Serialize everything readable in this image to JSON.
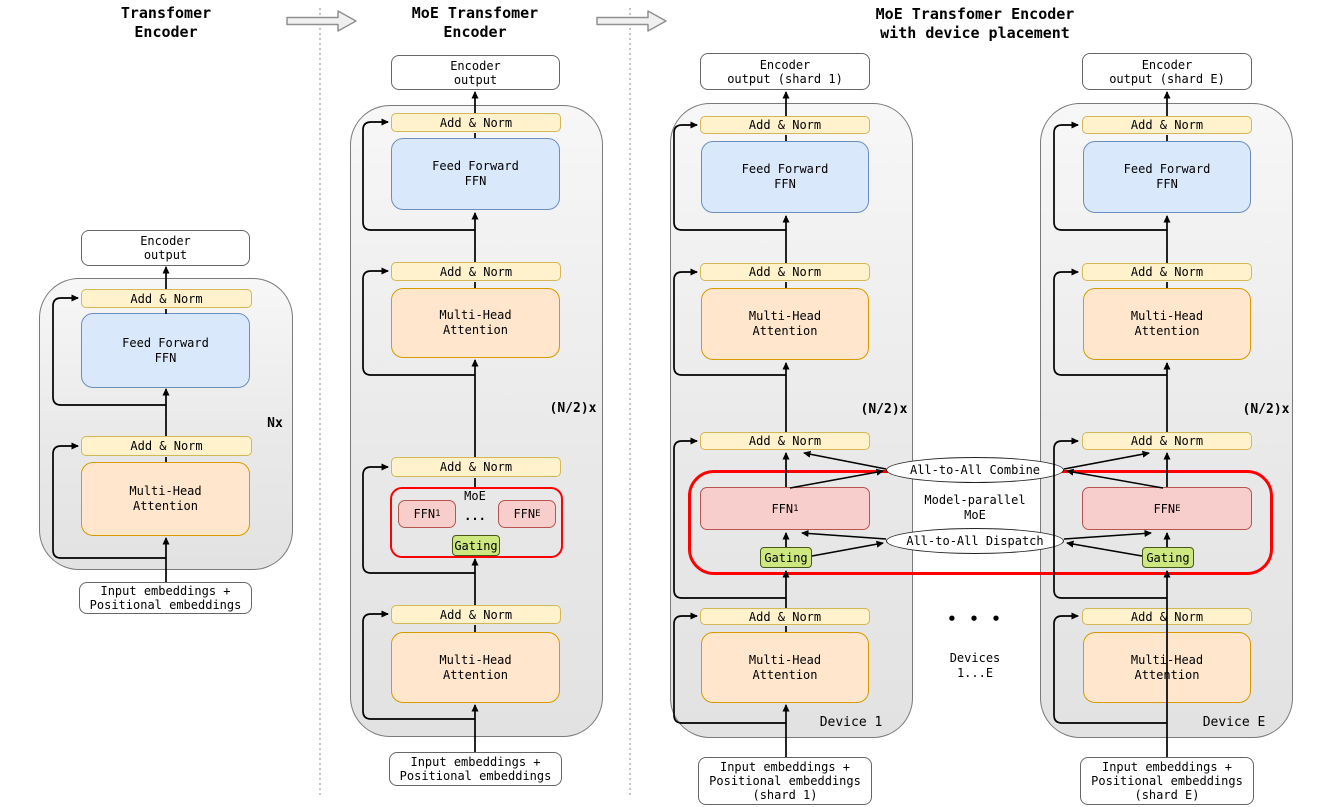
{
  "diagram": {
    "panel1": {
      "title_line1": "Transfomer",
      "title_line2": "Encoder",
      "nx": "Nx"
    },
    "panel2": {
      "title_line1": "MoE Transfomer",
      "title_line2": "Encoder"
    },
    "panel3": {
      "title_line1": "MoE Transfomer Encoder",
      "title_line2": "with device placement",
      "enc_out_shard1_l1": "Encoder",
      "enc_out_shard1_l2": "output (shard 1)",
      "enc_out_shardE_l1": "Encoder",
      "enc_out_shardE_l2": "output (shard E)",
      "input_shard1_l3": "(shard 1)",
      "input_shardE_l3": "(shard E)",
      "combine": "All-to-All Combine",
      "dispatch": "All-to-All Dispatch",
      "model_parallel_l1": "Model-parallel",
      "model_parallel_l2": "MoE",
      "device1_label": "Device 1",
      "deviceE_label": "Device E",
      "hdots": "• • •",
      "devices_l1": "Devices",
      "devices_l2": "1...E"
    },
    "common": {
      "add_norm": "Add & Norm",
      "ff_l1": "Feed Forward",
      "ff_l2": "FFN",
      "mha_l1": "Multi-Head",
      "mha_l2": "Attention",
      "enc_out_l1": "Encoder",
      "enc_out_l2": "output",
      "input_l1": "Input embeddings +",
      "input_l2": "Positional embeddings",
      "n2x": "(N/2)x",
      "moe": "MoE",
      "ffn": "FFN",
      "sub1": "1",
      "subE": "E",
      "dots": "...",
      "gating": "Gating"
    },
    "colors": {
      "add_norm_fill": "#FFF2CC",
      "add_norm_stroke": "#D6B656",
      "ff_fill": "#DAE8FC",
      "ff_stroke": "#6C8EBF",
      "mha_fill": "#FFE6CC",
      "mha_stroke": "#D79B00",
      "expert_fill": "#F8CECC",
      "expert_stroke": "#B85450",
      "gating_fill": "#CDE87E",
      "gating_stroke": "#4A5519",
      "moe_border": "#FF0000"
    }
  }
}
